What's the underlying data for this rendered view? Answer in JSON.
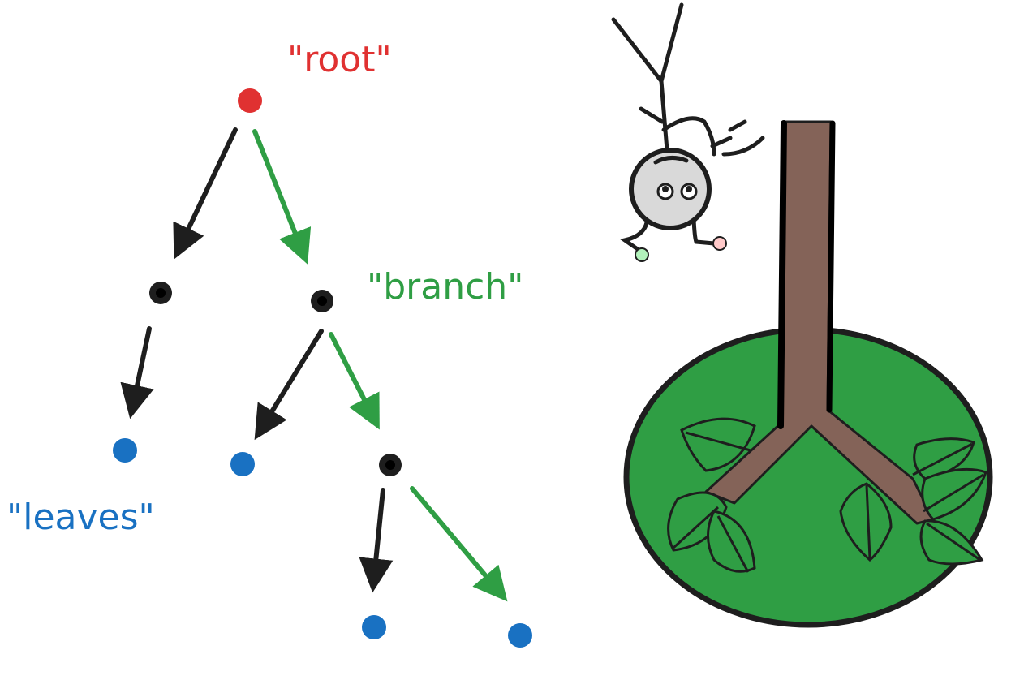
{
  "labels": {
    "root": "\"root\"",
    "branch": "\"branch\"",
    "leaves": "\"leaves\""
  },
  "colors": {
    "root": "#e03131",
    "branch": "#2f9e44",
    "leaf": "#1971c2",
    "node": "#1e1e1e",
    "edge": "#1e1e1e",
    "trunk": "#846358",
    "canopy": "#2f9e44",
    "face": "#d9d9d9",
    "left_hand": "#b2f2bb",
    "right_hand": "#ffc9c9"
  }
}
